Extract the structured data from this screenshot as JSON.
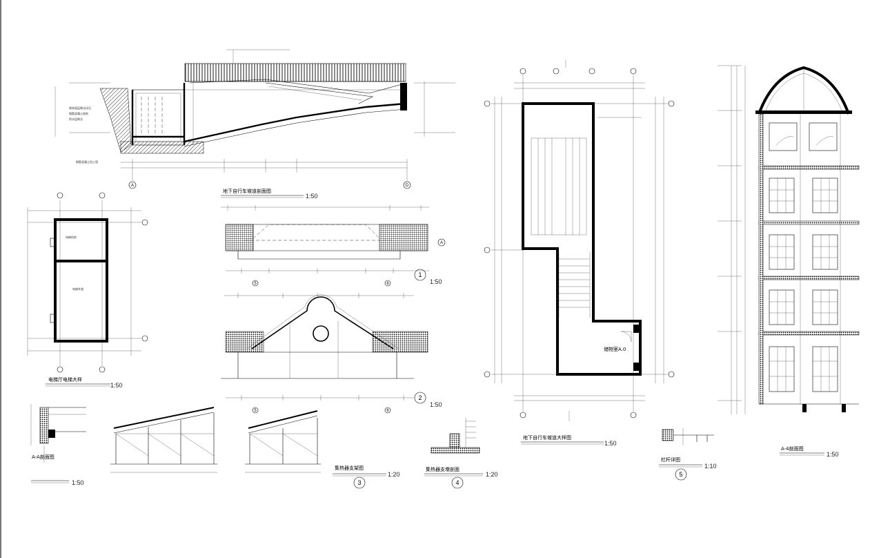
{
  "drawings": {
    "section_main": {
      "title": "地下自行车坡道剖面图",
      "scale": "1:50",
      "axis_a": "A",
      "axis_b": "D"
    },
    "elevator_plan": {
      "title": "电梯厅电梯大样",
      "scale": "1:50"
    },
    "detail_1": {
      "number": "1",
      "scale": "1:50",
      "axis_a": "5",
      "axis_b": "6",
      "axis_c": "A"
    },
    "detail_2": {
      "number": "2",
      "scale": "1:50",
      "axis_a": "5",
      "axis_b": "6"
    },
    "section_aa": {
      "title": "A-A剖面图",
      "scale": "1:50"
    },
    "collector_support": {
      "title": "集热器支架图",
      "number": "3",
      "scale": "1:20"
    },
    "collector_base": {
      "title": "集热器支墩剖面",
      "number": "4",
      "scale": "1:20"
    },
    "ramp_plan": {
      "title": "地下自行车坡道大样图",
      "scale": "1:50",
      "room_label": "储物室A.0"
    },
    "rail_detail": {
      "title": "栏杆详图",
      "number": "5",
      "scale": "1:10"
    },
    "section_44": {
      "title": "A-4剖面图",
      "scale": "1:50"
    }
  }
}
